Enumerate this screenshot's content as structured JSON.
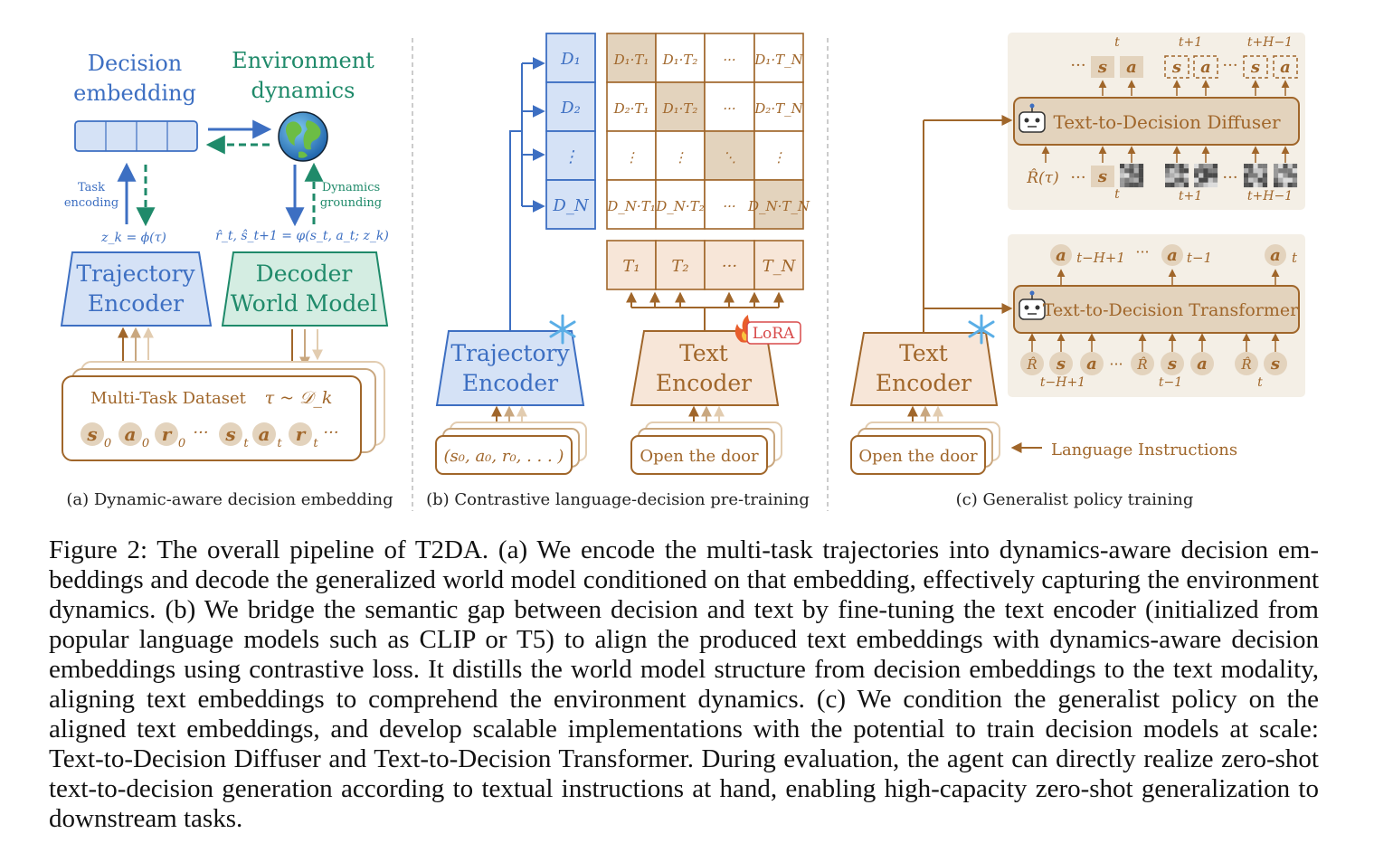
{
  "panel_a": {
    "title_decision": [
      "Decision",
      "embedding"
    ],
    "title_env": [
      "Environment",
      "dynamics"
    ],
    "task_encoding": [
      "Task",
      "encoding"
    ],
    "dynamics_grounding": [
      "Dynamics",
      "grounding"
    ],
    "zk_formula": "z_k = ϕ(τ)",
    "rhat_formula": "r̂_t, ŝ_t+1 = φ(s_t, a_t; z_k)",
    "traj_encoder": [
      "Trajectory",
      "Encoder"
    ],
    "decoder": [
      "Decoder",
      "World Model"
    ],
    "dataset_title": "Multi-Task Dataset",
    "dataset_formula": "τ ~ 𝒟_k",
    "dataset_tokens": [
      "s",
      "a",
      "r",
      "···",
      "s",
      "a",
      "r",
      "···"
    ],
    "dataset_subs": [
      "0",
      "0",
      "0",
      "",
      "t",
      "t",
      "t",
      ""
    ],
    "label": "(a) Dynamic-aware decision embedding"
  },
  "panel_b": {
    "d_labels": [
      "D₁",
      "D₂",
      "⋮",
      "D_N"
    ],
    "matrix": [
      [
        "D₁·T₁",
        "D₁·T₂",
        "···",
        "D₁·T_N"
      ],
      [
        "D₂·T₁",
        "D₁·T₂",
        "···",
        "D₂·T_N"
      ],
      [
        "⋮",
        "⋮",
        "⋱",
        "⋮"
      ],
      [
        "D_N·T₁",
        "D_N·T₂",
        "···",
        "D_N·T_N"
      ]
    ],
    "t_labels": [
      "T₁",
      "T₂",
      "···",
      "T_N"
    ],
    "traj_encoder": [
      "Trajectory",
      "Encoder"
    ],
    "text_encoder": [
      "Text",
      "Encoder"
    ],
    "lora": "LoRA",
    "traj_input": "(s₀, a₀, r₀, . . . )",
    "text_input": "Open the door",
    "label": "(b) Contrastive language-decision pre-training"
  },
  "panel_c": {
    "diffuser": "Text-to-Decision Diffuser",
    "transformer": "Text-to-Decision Transformer",
    "text_encoder": [
      "Text",
      "Encoder"
    ],
    "text_input": "Open the door",
    "lang_instructions": "Language Instructions",
    "diff_top_time": [
      "t",
      "t+1",
      "t+H−1"
    ],
    "diff_bottom_time": [
      "t",
      "t+1",
      "t+H−1"
    ],
    "rhat_tau": "R̂(τ)",
    "tr_top_labels": [
      "t−H+1",
      "···",
      "t−1",
      "t"
    ],
    "tr_bottom_labels": [
      "t−H+1",
      "t−1",
      "t"
    ],
    "tokens": {
      "s": "s",
      "a": "a",
      "r": "R̂",
      "dots": "···"
    },
    "label": "(c) Generalist policy training"
  },
  "caption": "Figure 2: The overall pipeline of T2DA. (a) We encode the multi-task trajectories into dynamics-aware decision em­beddings and decode the generalized world model conditioned on that embedding, effectively capturing the environ­ment dynamics. (b) We bridge the semantic gap between decision and text by fine-tuning the text encoder (initialized from popular language models such as CLIP or T5) to align the produced text embeddings with dynamics-aware de­cision embeddings using contrastive loss.  It distills the world model structure from decision embeddings to the text modality, aligning text embeddings to comprehend the environment dynamics. (c) We condition the generalist policy on the aligned text embeddings, and develop scalable implementations with the potential to train decision models at scale: Text-to-Decision Diffuser and Text-to-Decision Transformer. During evaluation, the agent can directly realize zero-shot text-to-decision generation according to textual instructions at hand, enabling high-capacity zero-shot gen­eralization to downstream tasks.",
  "colors": {
    "blue": "#3d6fc2",
    "blue_fill": "#d5e2f6",
    "green": "#1f8a6a",
    "green_fill": "#d4ede2",
    "brown": "#a0662a",
    "brown_fill": "#f7e6d8",
    "tan_fill": "#e3d3bd",
    "panel_bg": "#f4efe6"
  }
}
